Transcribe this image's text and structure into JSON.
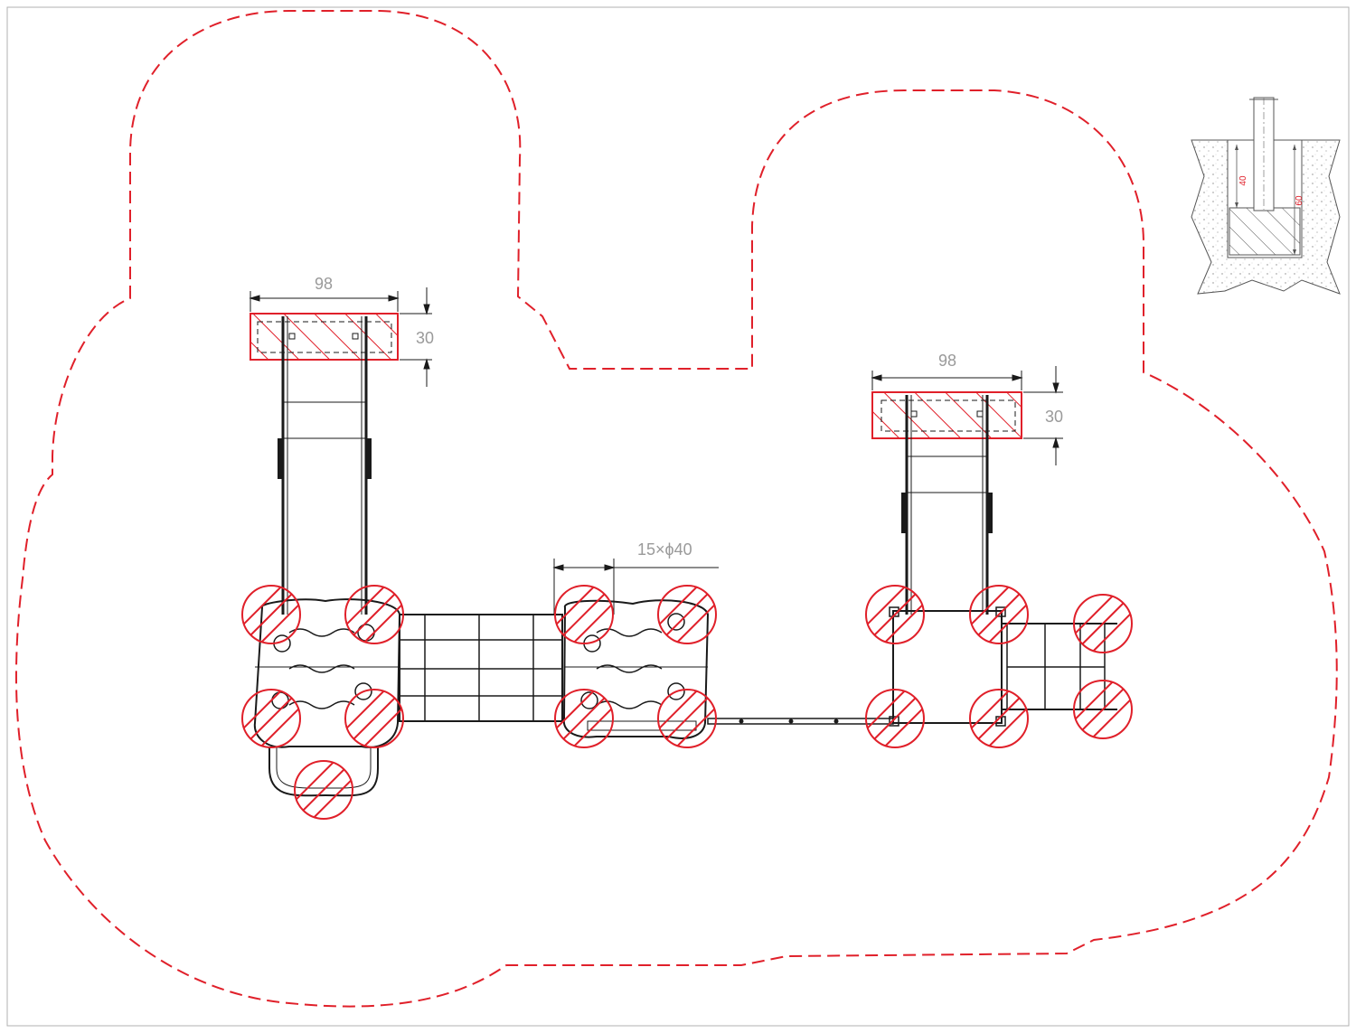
{
  "colors": {
    "boundary": "#e0202a",
    "foundation": "#e0202a",
    "equipment": "#1a1a1a",
    "dimension": "#9a9a9a",
    "detail_text": "#e0202a",
    "frame": "#b0b0b0"
  },
  "dimensions": {
    "slide_left_width": "98",
    "slide_left_depth": "30",
    "slide_right_width": "98",
    "slide_right_depth": "30",
    "footing_callout": "15×ϕ40"
  },
  "detail": {
    "depth_inner": "40",
    "depth_total": "60"
  }
}
